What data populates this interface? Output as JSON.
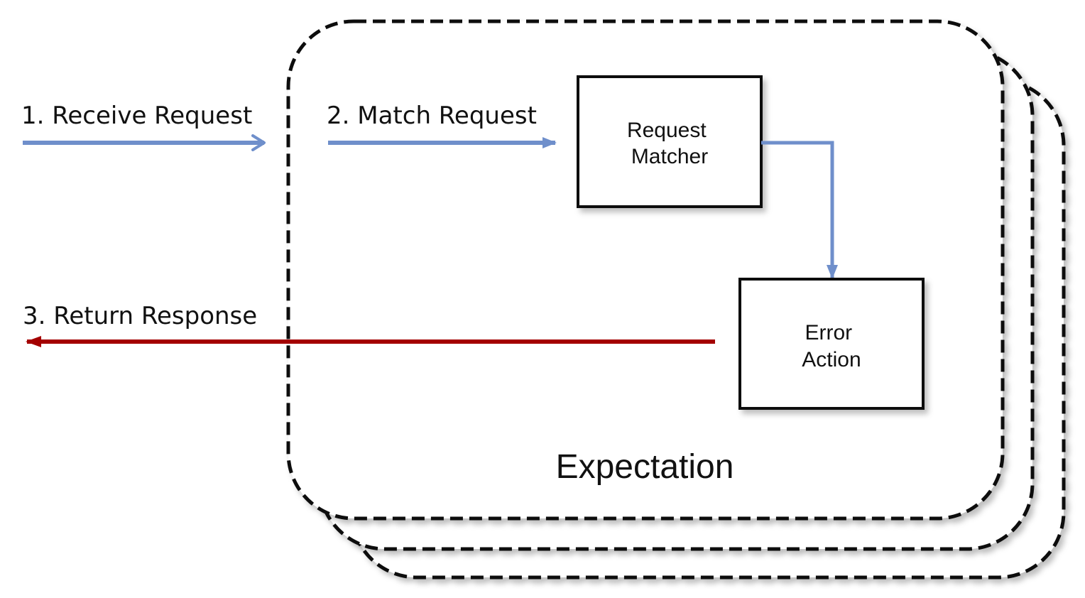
{
  "steps": {
    "receive": "1. Receive Request",
    "match": "2. Match Request",
    "return": "3. Return Response"
  },
  "boxes": {
    "request_matcher": [
      "Request",
      "Matcher"
    ],
    "error_action": [
      "Error",
      "Action"
    ]
  },
  "container_label": "Expectation",
  "colors": {
    "request_arrow": "#6f8fcb",
    "response_arrow": "#a40000",
    "outline": "#111111"
  }
}
